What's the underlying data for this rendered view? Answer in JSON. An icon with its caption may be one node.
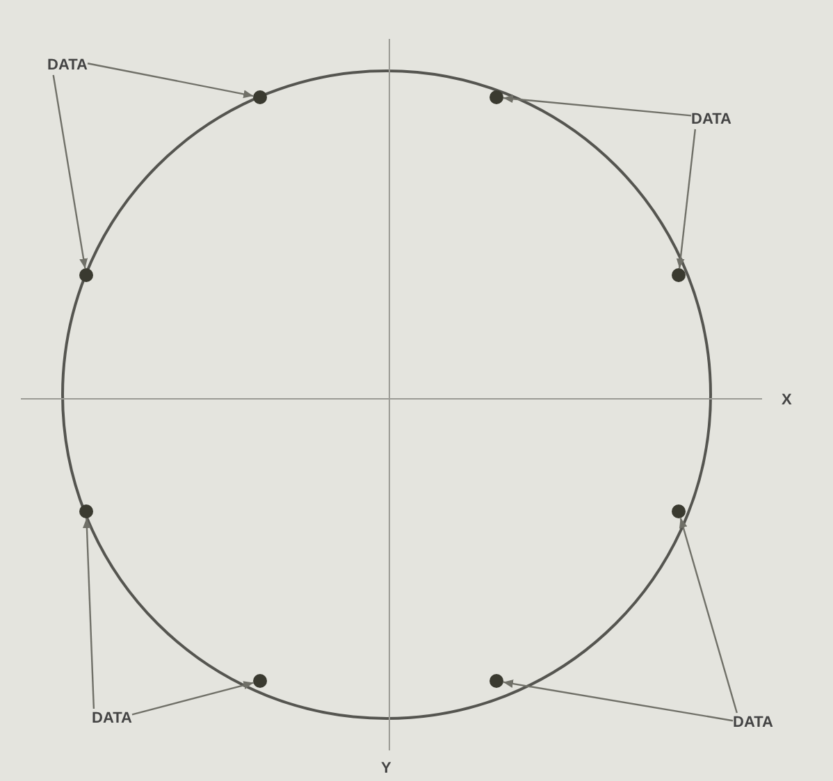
{
  "diagram": {
    "nodes": [
      {
        "text": [
          "DATA"
        ]
      },
      {
        "text": [
          "DATA"
        ]
      },
      {
        "text": [
          "DATA"
        ]
      },
      {
        "text": [
          "DATA"
        ]
      },
      {
        "text": [],
        "shape": "circle"
      },
      {
        "text": [],
        "shape": "circle"
      },
      {
        "text": [],
        "shape": "circle"
      },
      {
        "text": [],
        "shape": "circle"
      },
      {
        "text": [],
        "shape": "circle"
      },
      {
        "text": [],
        "shape": "circle"
      },
      {
        "text": [],
        "shape": "circle"
      },
      {
        "text": [],
        "shape": "circle"
      }
    ],
    "edges": [
      {
        "from": 0,
        "to": 4,
        "arrow": "to"
      },
      {
        "from": 0,
        "to": 6,
        "arrow": "to"
      },
      {
        "from": 1,
        "to": 5,
        "arrow": "to"
      },
      {
        "from": 1,
        "to": 7,
        "arrow": "to"
      },
      {
        "from": 2,
        "to": 8,
        "arrow": "to"
      },
      {
        "from": 2,
        "to": 10,
        "arrow": "to"
      },
      {
        "from": 3,
        "to": 9,
        "arrow": "to"
      },
      {
        "from": 3,
        "to": 11,
        "arrow": "to"
      }
    ],
    "labels": [
      "X",
      "Y"
    ]
  }
}
